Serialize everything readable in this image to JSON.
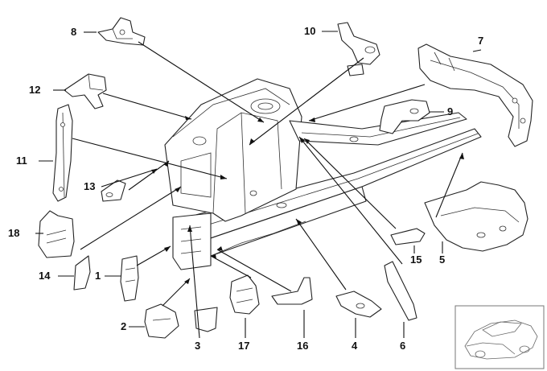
{
  "callouts": {
    "c1": "1",
    "c2": "2",
    "c3": "3",
    "c4": "4",
    "c5": "5",
    "c6": "6",
    "c7": "7",
    "c8": "8",
    "c9": "9",
    "c10": "10",
    "c11": "11",
    "c12": "12",
    "c13": "13",
    "c14": "14",
    "c15": "15",
    "c16": "16",
    "c17": "17",
    "c18": "18"
  },
  "thumbnail": {
    "icon": "car-thumbnail-icon"
  }
}
